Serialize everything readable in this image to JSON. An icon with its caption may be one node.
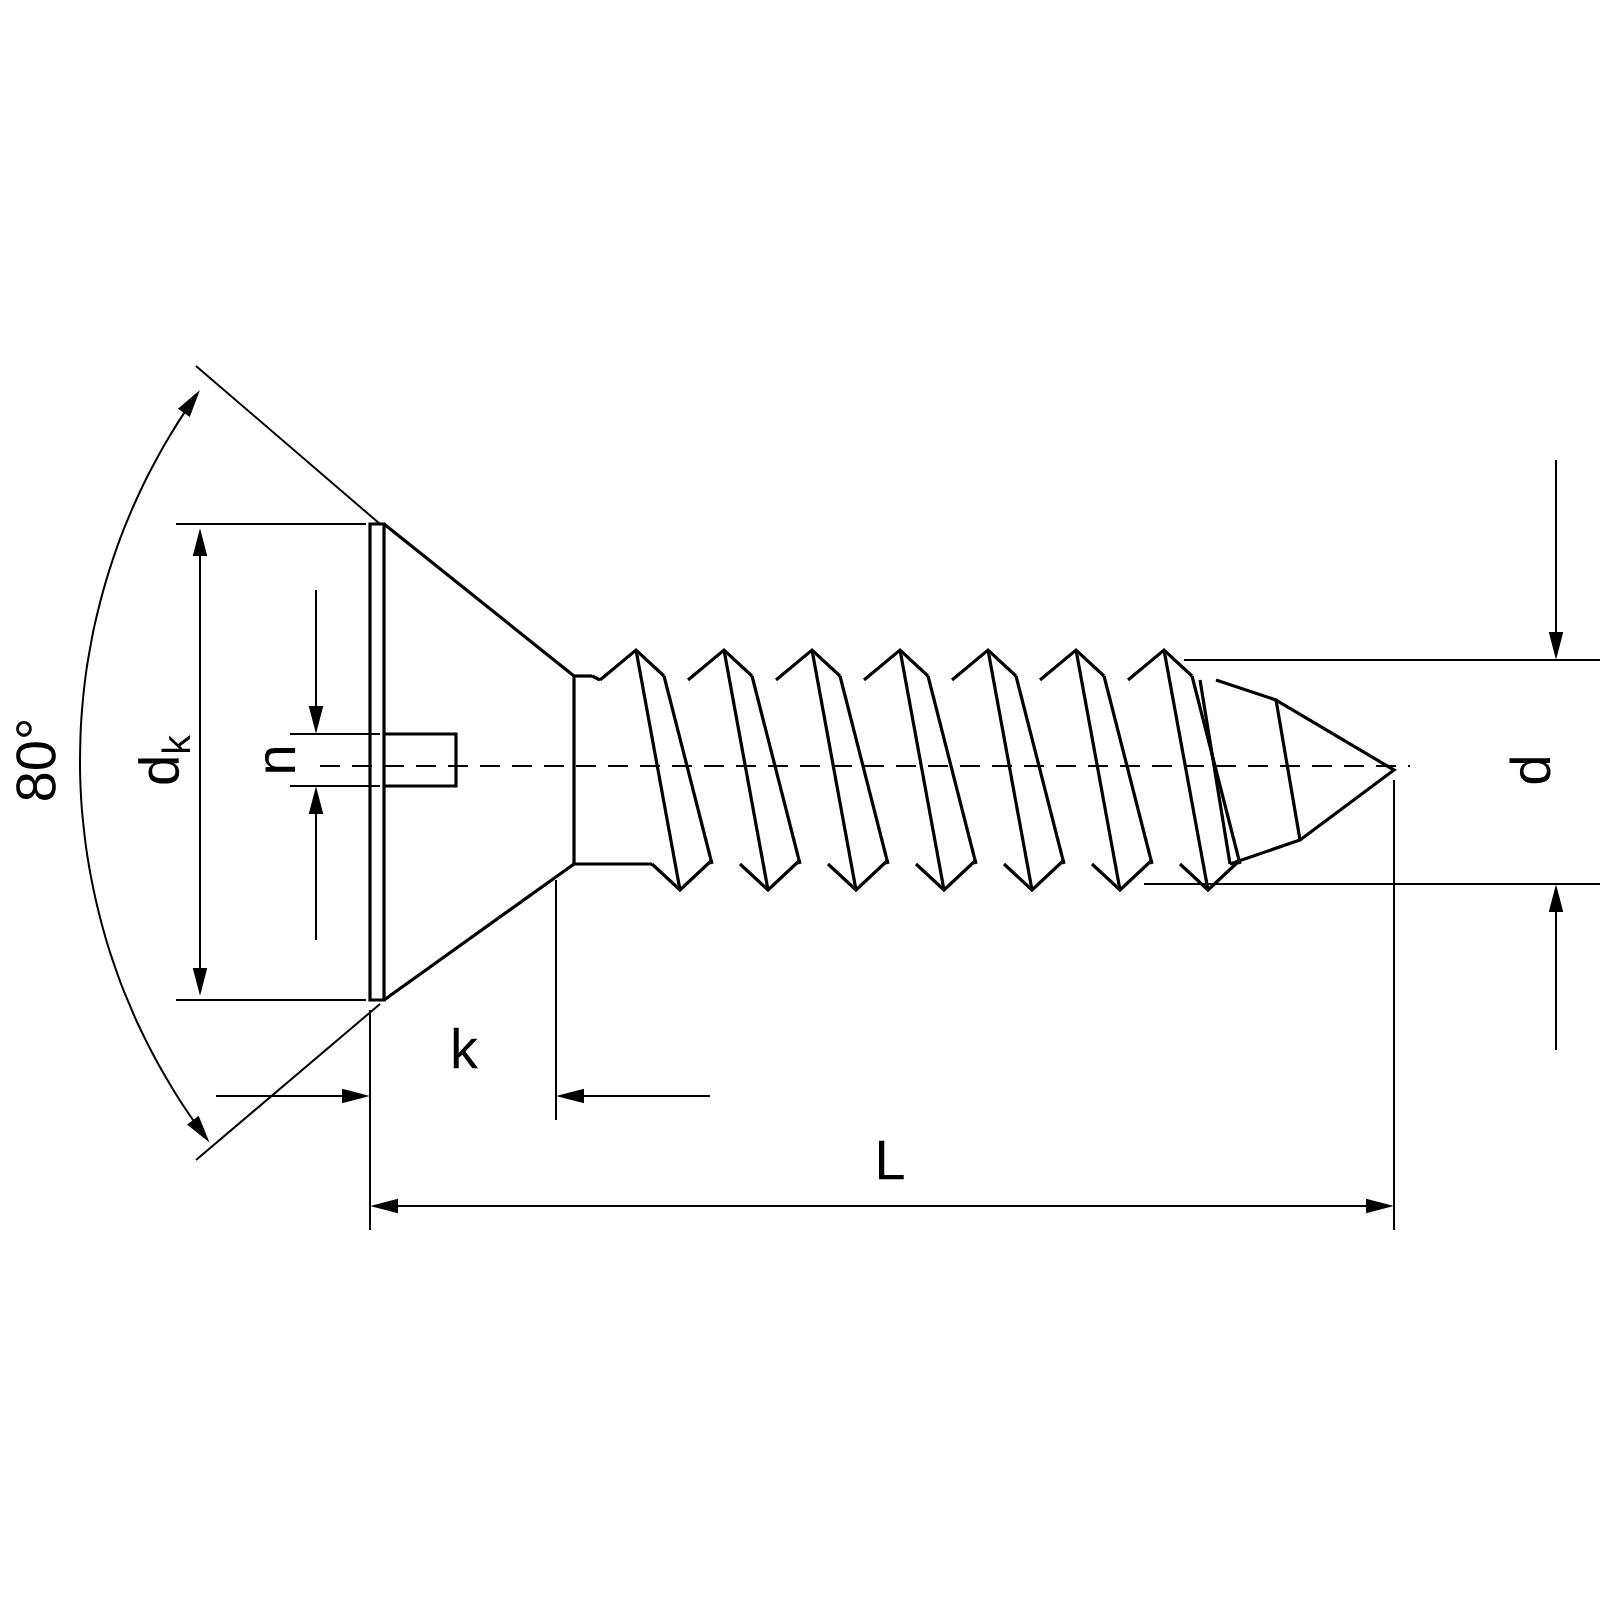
{
  "diagram": {
    "labels": [
      "80°",
      "d$_{k}$",
      "n",
      "k",
      "L",
      "d"
    ]
  }
}
